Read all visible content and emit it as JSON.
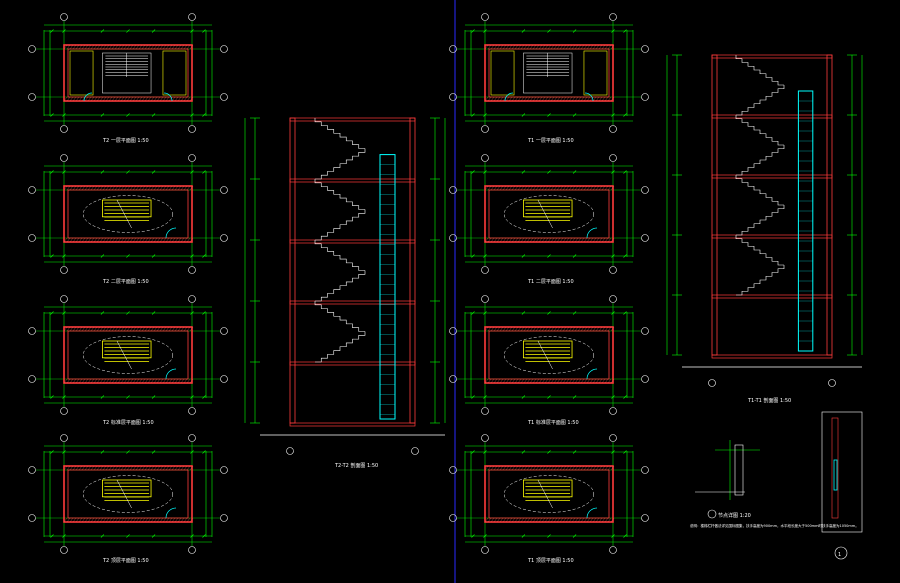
{
  "colors": {
    "background": "#000000",
    "wall": "#ff3b3b",
    "dimension": "#00ff00",
    "stair": "#ffffff",
    "highlight": "#ffff00",
    "elevator": "#00ffff",
    "grid_axis": "#ffffff",
    "divider": "#0000ff",
    "hatch": "#ff6666"
  },
  "plans_left": [
    {
      "title": "T2 一层平面图 1:50"
    },
    {
      "title": "T2 二层平面图 1:50"
    },
    {
      "title": "T2 标准层平面图 1:50"
    },
    {
      "title": "T2 顶层平面图 1:50"
    }
  ],
  "plans_right": [
    {
      "title": "T1 一层平面图 1:50"
    },
    {
      "title": "T1 二层平面图 1:50"
    },
    {
      "title": "T1 标准层平面图 1:50"
    },
    {
      "title": "T1 顶层平面图 1:50"
    }
  ],
  "section_left": {
    "title": "T2-T2 剖面图 1:50"
  },
  "section_right": {
    "title": "T1-T1 剖面图 1:50"
  },
  "detail_node": {
    "title": "节点详图 1:20"
  },
  "detail_badge": "1",
  "notes_text": "说明：楼梯栏杆做法详见国标图集，扶手高度为900mm，水平段长度大于500mm时扶手高度为1050mm。"
}
